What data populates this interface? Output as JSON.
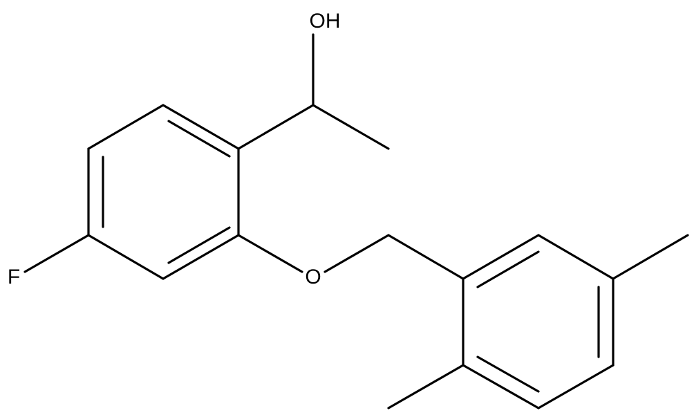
{
  "colors": {
    "background": "#ffffff",
    "bond": "#000000",
    "label": "#000000"
  },
  "atoms": {
    "hydroxyl": "OH",
    "ether_oxygen": "O",
    "fluorine": "F"
  }
}
